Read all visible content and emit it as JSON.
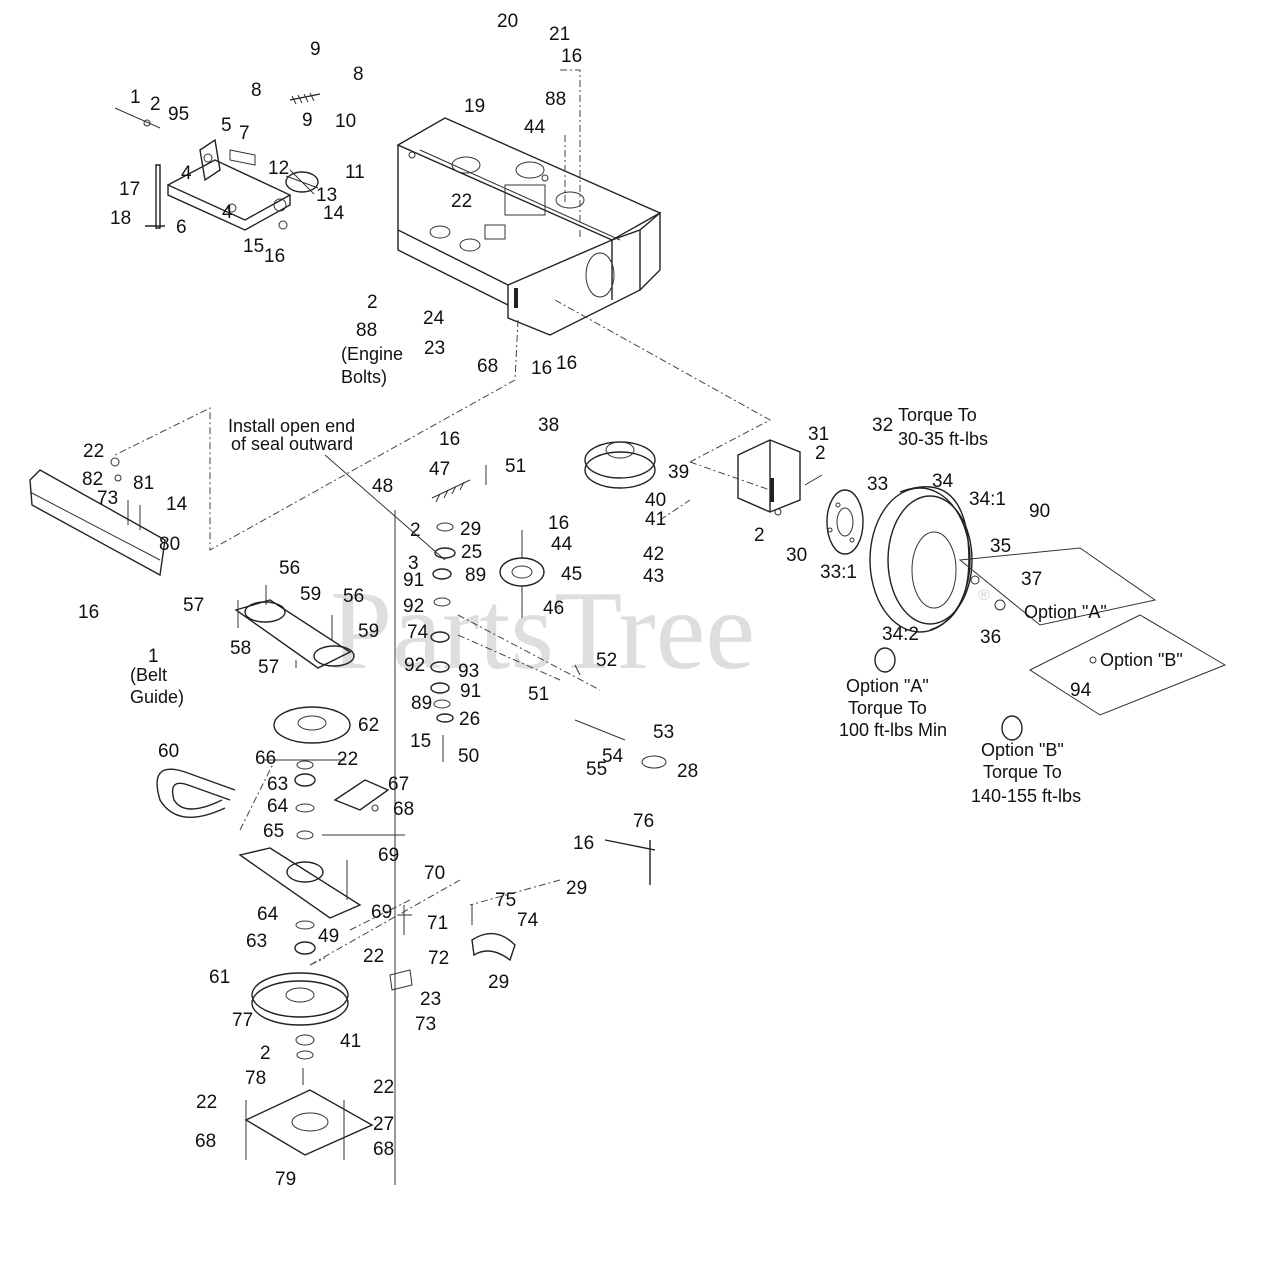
{
  "watermark": "PartsTree",
  "watermark_mark": "®",
  "notes": {
    "seal_line1": "Install open end",
    "seal_line2": "of seal outward",
    "engine_bolts_line1": "(Engine",
    "engine_bolts_line2": "Bolts)",
    "belt_guide_line1": "(Belt",
    "belt_guide_line2": "Guide)",
    "torque_32_line1": "Torque To",
    "torque_32_line2": "30-35 ft-lbs",
    "option_a_label": "Option \"A\"",
    "option_b_label": "Option \"B\"",
    "option_a_torque_line1": "Option \"A\"",
    "option_a_torque_line2": "Torque To",
    "option_a_torque_line3": "100 ft-lbs Min",
    "option_b_torque_line1": "Option \"B\"",
    "option_b_torque_line2": "Torque To",
    "option_b_torque_line3": "140-155 ft-lbs"
  },
  "callouts": [
    "20",
    "21",
    "16",
    "88",
    "44",
    "19",
    "22",
    "9",
    "8",
    "10",
    "9",
    "8",
    "1",
    "2",
    "95",
    "5",
    "7",
    "4",
    "12",
    "11",
    "13",
    "14",
    "17",
    "4",
    "18",
    "6",
    "15",
    "16",
    "2",
    "88",
    "24",
    "23",
    "68",
    "16",
    "16",
    "31",
    "32",
    "2",
    "33",
    "34",
    "34:1",
    "90",
    "2",
    "30",
    "33:1",
    "35",
    "37",
    "36",
    "34:2",
    "94",
    "22",
    "82",
    "73",
    "81",
    "14",
    "80",
    "16",
    "51",
    "47",
    "38",
    "39",
    "40",
    "41",
    "16",
    "44",
    "42",
    "43",
    "45",
    "46",
    "48",
    "2",
    "29",
    "3",
    "25",
    "91",
    "89",
    "92",
    "74",
    "92",
    "93",
    "91",
    "89",
    "26",
    "15",
    "50",
    "51",
    "52",
    "56",
    "57",
    "59",
    "56",
    "59",
    "58",
    "57",
    "16",
    "1",
    "53",
    "54",
    "55",
    "28",
    "62",
    "66",
    "22",
    "67",
    "60",
    "63",
    "64",
    "68",
    "65",
    "69",
    "70",
    "76",
    "16",
    "29",
    "64",
    "69",
    "71",
    "75",
    "74",
    "49",
    "63",
    "22",
    "72",
    "29",
    "61",
    "23",
    "77",
    "73",
    "2",
    "41",
    "78",
    "22",
    "22",
    "27",
    "68",
    "68",
    "79"
  ]
}
